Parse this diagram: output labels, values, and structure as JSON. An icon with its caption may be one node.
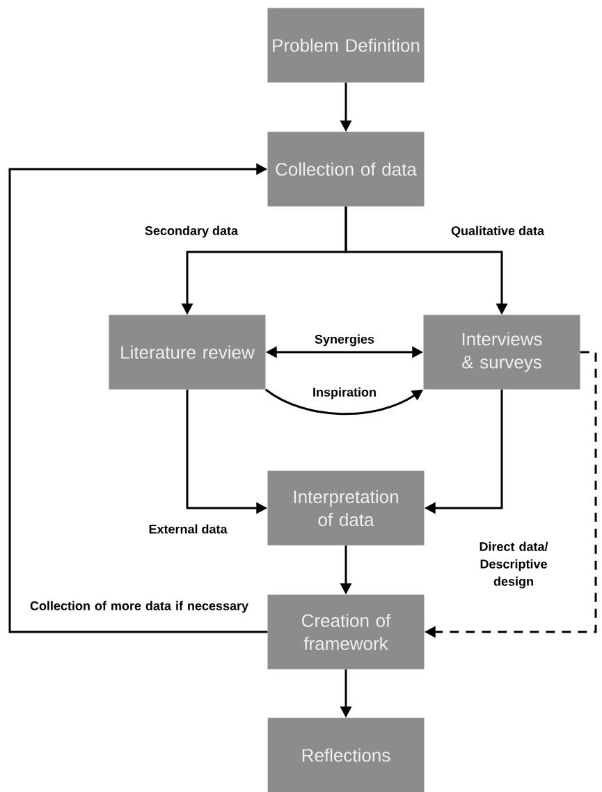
{
  "diagram": {
    "nodes": [
      {
        "text": [
          "Problem Definition"
        ]
      },
      {
        "text": [
          "Collection of data"
        ]
      },
      {
        "text": [
          "Literature review"
        ]
      },
      {
        "text": [
          "Interviews & surveys"
        ]
      },
      {
        "text": [
          "Interpretation of data"
        ]
      },
      {
        "text": [
          "Creation of framework"
        ]
      },
      {
        "text": [
          "Reflections"
        ]
      }
    ],
    "edges": [
      {
        "from": 0,
        "to": 1,
        "arrow": "to"
      },
      {
        "from": 1,
        "to": 2,
        "arrow": "to",
        "label": "Secondary data"
      },
      {
        "from": 1,
        "to": 3,
        "arrow": "to",
        "label": "Qualitative data"
      },
      {
        "from": 2,
        "to": 3,
        "arrow": "both",
        "label": "Synergies"
      },
      {
        "from": 2,
        "to": 3,
        "arrow": "to",
        "label": "Inspiration"
      },
      {
        "from": 2,
        "to": 4,
        "arrow": "to",
        "label": "External data"
      },
      {
        "from": 3,
        "to": 4,
        "arrow": "to",
        "label": "Direct data/ Descriptive design"
      },
      {
        "from": 4,
        "to": 5,
        "arrow": "to"
      },
      {
        "from": 5,
        "to": 1,
        "arrow": "to",
        "label": "Collection of more data if necessary"
      },
      {
        "from": 3,
        "to": 5,
        "arrow": "to",
        "style": "dashed"
      },
      {
        "from": 5,
        "to": 6,
        "arrow": "to"
      }
    ]
  }
}
